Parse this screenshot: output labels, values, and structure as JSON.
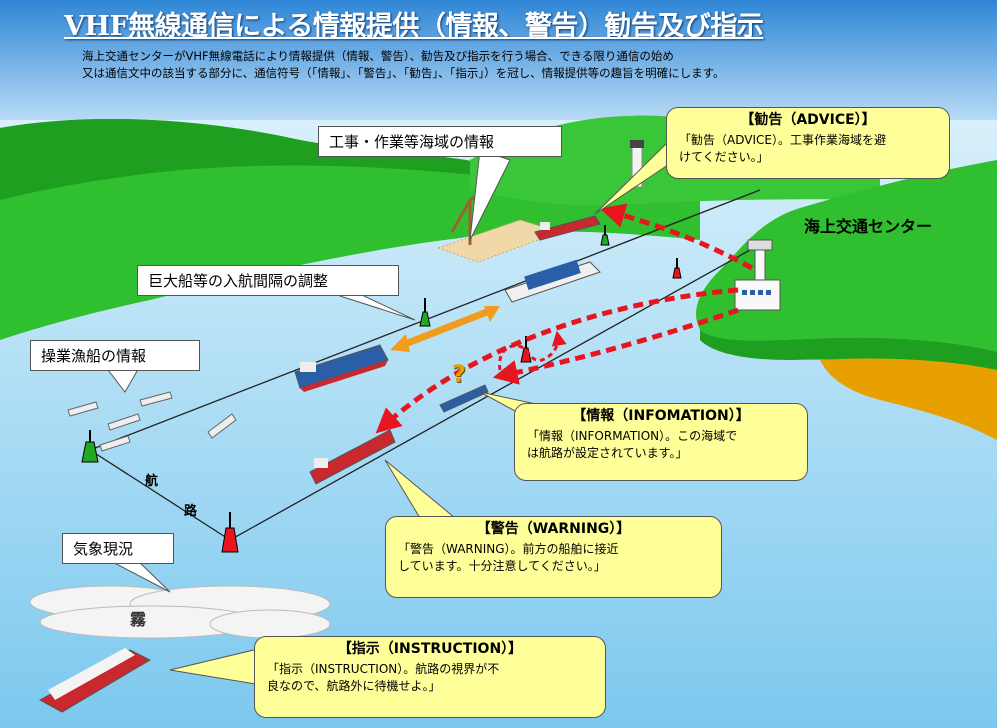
{
  "title": "VHF無線通信による情報提供（情報、警告）勧告及び指示",
  "intro": [
    "海上交通センターがVHF無線電話により情報提供（情報、警告）、勧告及び指示を行う場合、できる限り通信の始め",
    "又は通信文中の該当する部分に、通信符号（「情報」、「警告」、「勧告」、「指示」）を冠し、情報提供等の趣旨を明確にします。"
  ],
  "labels": {
    "construction": "工事・作業等海域の情報",
    "large_ship": "巨大船等の入航間隔の調整",
    "fishing": "操業漁船の情報",
    "weather": "気象現況",
    "center": "海上交通センター",
    "route_1": "航",
    "route_2": "路",
    "fog": "霧",
    "question": "?"
  },
  "callouts": {
    "advice": {
      "title": "【勧告（ADVICE）】",
      "lines": [
        "「勧告（ADVICE）。工事作業海域を避",
        "けてください。」"
      ]
    },
    "information": {
      "title": "【情報（INFOMATION）】",
      "lines": [
        "「情報（INFORMATION）。この海域で",
        "は航路が設定されています。」"
      ]
    },
    "warning": {
      "title": "【警告（WARNING）】",
      "lines": [
        "「警告（WARNING）。前方の船舶に接近",
        "しています。十分注意してください。」"
      ]
    },
    "instruction": {
      "title": "【指示（INSTRUCTION）】",
      "lines": [
        "「指示（INSTRUCTION）。航路の視界が不",
        "良なので、航路外に待機せよ。」"
      ]
    }
  },
  "colors": {
    "sky_top": "#3a8fd8",
    "sea": "#a8d8f0",
    "land": "#2fbf2f",
    "callout_fill": "#ffff99",
    "signal_arrow": "#e8141e",
    "coordination_arrow": "#f29b1d",
    "sand": "#e8a000"
  }
}
